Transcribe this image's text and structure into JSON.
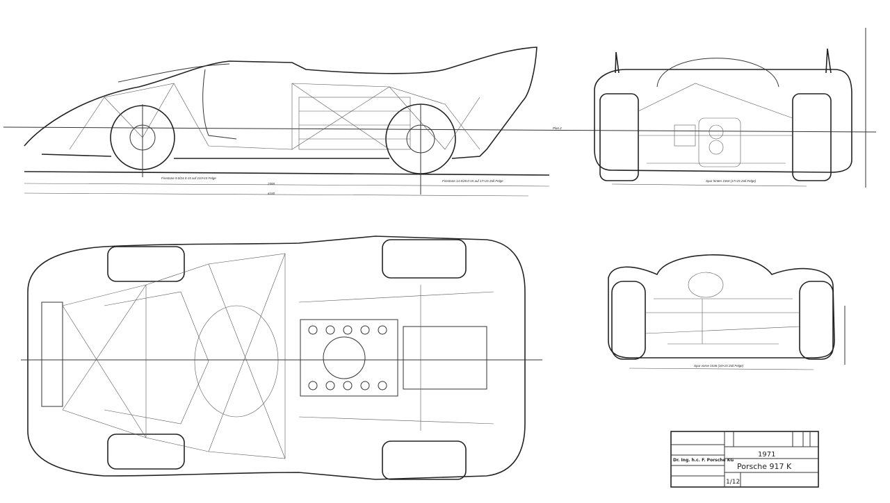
{
  "side_view": {
    "front_tire_note": "Firestone 9.0/24.0-15 auf 10J×15 Felge",
    "rear_tire_note": "Firestone 14.5/26.0-15 auf 17×15 Zoll Felge",
    "wheelbase": "2300",
    "length": "4100",
    "plane_label": "Plan 2"
  },
  "rear_view": {
    "track_note": "Spur hinten 1564 (17×15 Zoll Felge)"
  },
  "front_view": {
    "track_note": "Spur vorne 1536 (10×15 Zoll Felge)"
  },
  "title_block": {
    "company": "Dr. Ing. h.c. F. Porsche KG",
    "year": "1971",
    "model": "Porsche 917 K",
    "scale": "1/12"
  }
}
